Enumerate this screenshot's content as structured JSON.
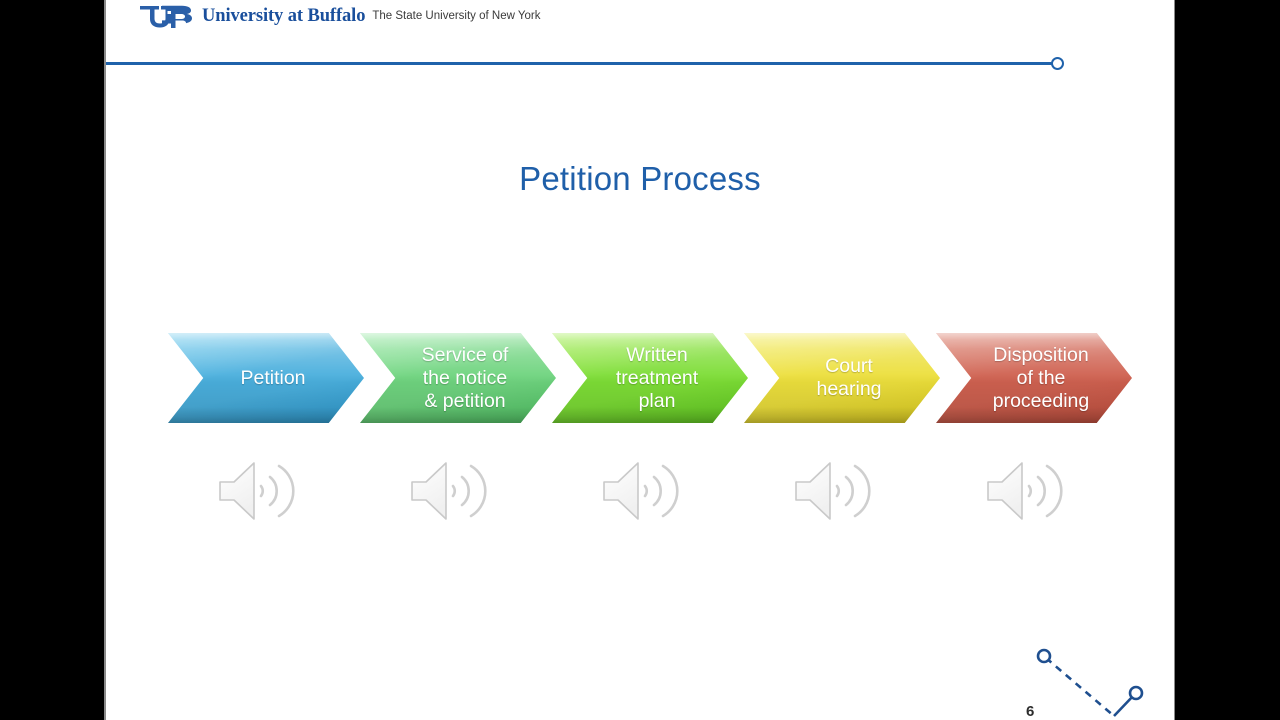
{
  "slide": {
    "title": "Petition Process",
    "page_number": "6",
    "accent_color": "#1f62ab",
    "title_color": "#1f5fa9",
    "background": "#ffffff",
    "letterbox_color": "#000000"
  },
  "branding": {
    "logo_mark": "ub-monogram-icon",
    "institution": "University at Buffalo",
    "tagline": "The State University of New York",
    "logo_color": "#1a4f9c"
  },
  "header_rule": {
    "line_color": "#1f62ab",
    "end_node": "rule-end-node"
  },
  "process": {
    "steps": [
      {
        "label": "Petition",
        "color_light": "#7fd0ef",
        "color_mid": "#4aafdd",
        "color_dark": "#2e9bd0",
        "audio_icon": "speaker-icon"
      },
      {
        "label": "Service of\nthe notice\n& petition",
        "color_light": "#9ce8a8",
        "color_mid": "#6fd47f",
        "color_dark": "#52c766",
        "audio_icon": "speaker-icon"
      },
      {
        "label": "Written\ntreatment\nplan",
        "color_light": "#a8ee5c",
        "color_mid": "#7ddd36",
        "color_dark": "#63cf22",
        "audio_icon": "speaker-icon"
      },
      {
        "label": "Court\nhearing",
        "color_light": "#f3ec6b",
        "color_mid": "#ecdf3c",
        "color_dark": "#e2d221",
        "audio_icon": "speaker-icon"
      },
      {
        "label": "Disposition\nof the\nproceeding",
        "color_light": "#dc8473",
        "color_mid": "#cf6150",
        "color_dark": "#c4503f",
        "audio_icon": "speaker-icon"
      }
    ]
  },
  "decoration": {
    "name": "dashed-node-connector",
    "color": "#1f4f8f"
  }
}
